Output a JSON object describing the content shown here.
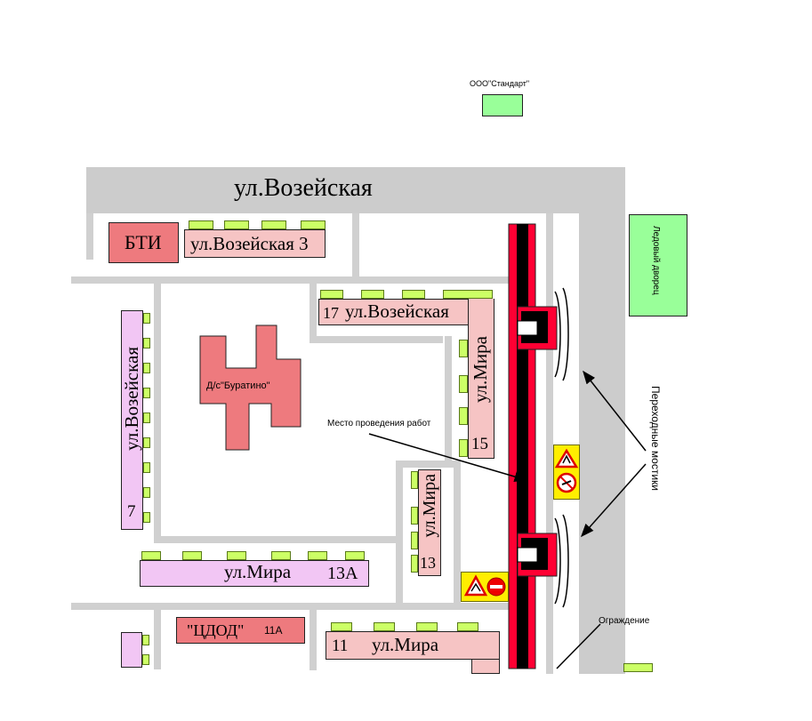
{
  "colors": {
    "road": "#cccccc",
    "building_pink": "#f6c4c4",
    "building_red": "#ee7a7e",
    "building_lilac": "#f2c6f4",
    "green": "#99ff99",
    "balcony": "#ccff66",
    "work_zone": "#ff0033",
    "sign": "#ffee00"
  },
  "labels": {
    "standard": "ООО\"Стандарт\"",
    "street_main": "ул.Возейская",
    "bti": "БТИ",
    "vozeyskaya_3": "ул.Возейская 3",
    "vozeyskaya_17_num": "17",
    "vozeyskaya_17_street": "ул.Возейская",
    "kindergarten": "Д/с\"Буратино\"",
    "vozeyskaya_7_street": "ул.Возейская",
    "vozeyskaya_7_num": "7",
    "mira_15_street": "ул.Мира",
    "mira_15_num": "15",
    "mira_13_street": "ул.Мира",
    "mira_13_num": "13",
    "mira_13a_street": "ул.Мира",
    "mira_13a_num": "13А",
    "tsdod": "\"ЦДОД\"",
    "tsdod_num": "11А",
    "mira_11_num": "11",
    "mira_11_street": "ул.Мира",
    "ice_palace": "Ледовый дворец",
    "work_site": "Место проведения работ",
    "crossings": "Переходные мостики",
    "fence": "Ограждение"
  },
  "icons": [
    "road-work-sign-icon",
    "no-entry-sign-icon"
  ]
}
